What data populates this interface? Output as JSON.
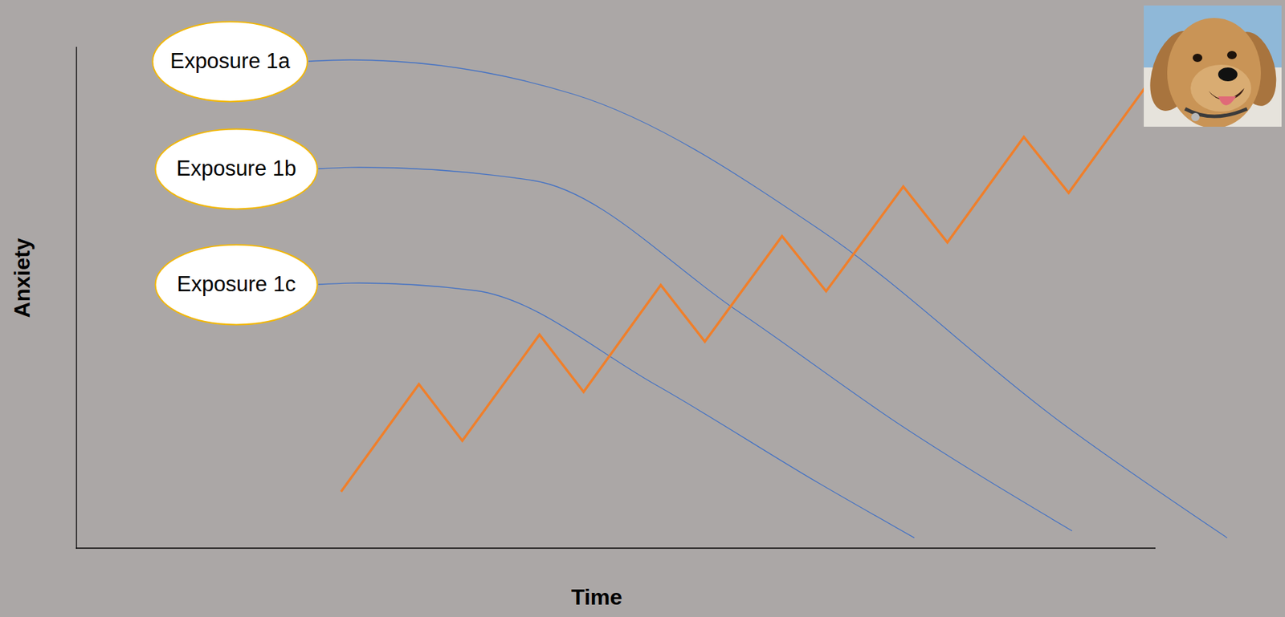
{
  "diagram": {
    "nodes": [
      {
        "text": [
          "Exposure 1a"
        ]
      },
      {
        "text": [
          "Exposure 1b"
        ]
      },
      {
        "text": [
          "Exposure 1c"
        ]
      }
    ],
    "labels": [
      "Anxiety",
      "Time"
    ]
  }
}
